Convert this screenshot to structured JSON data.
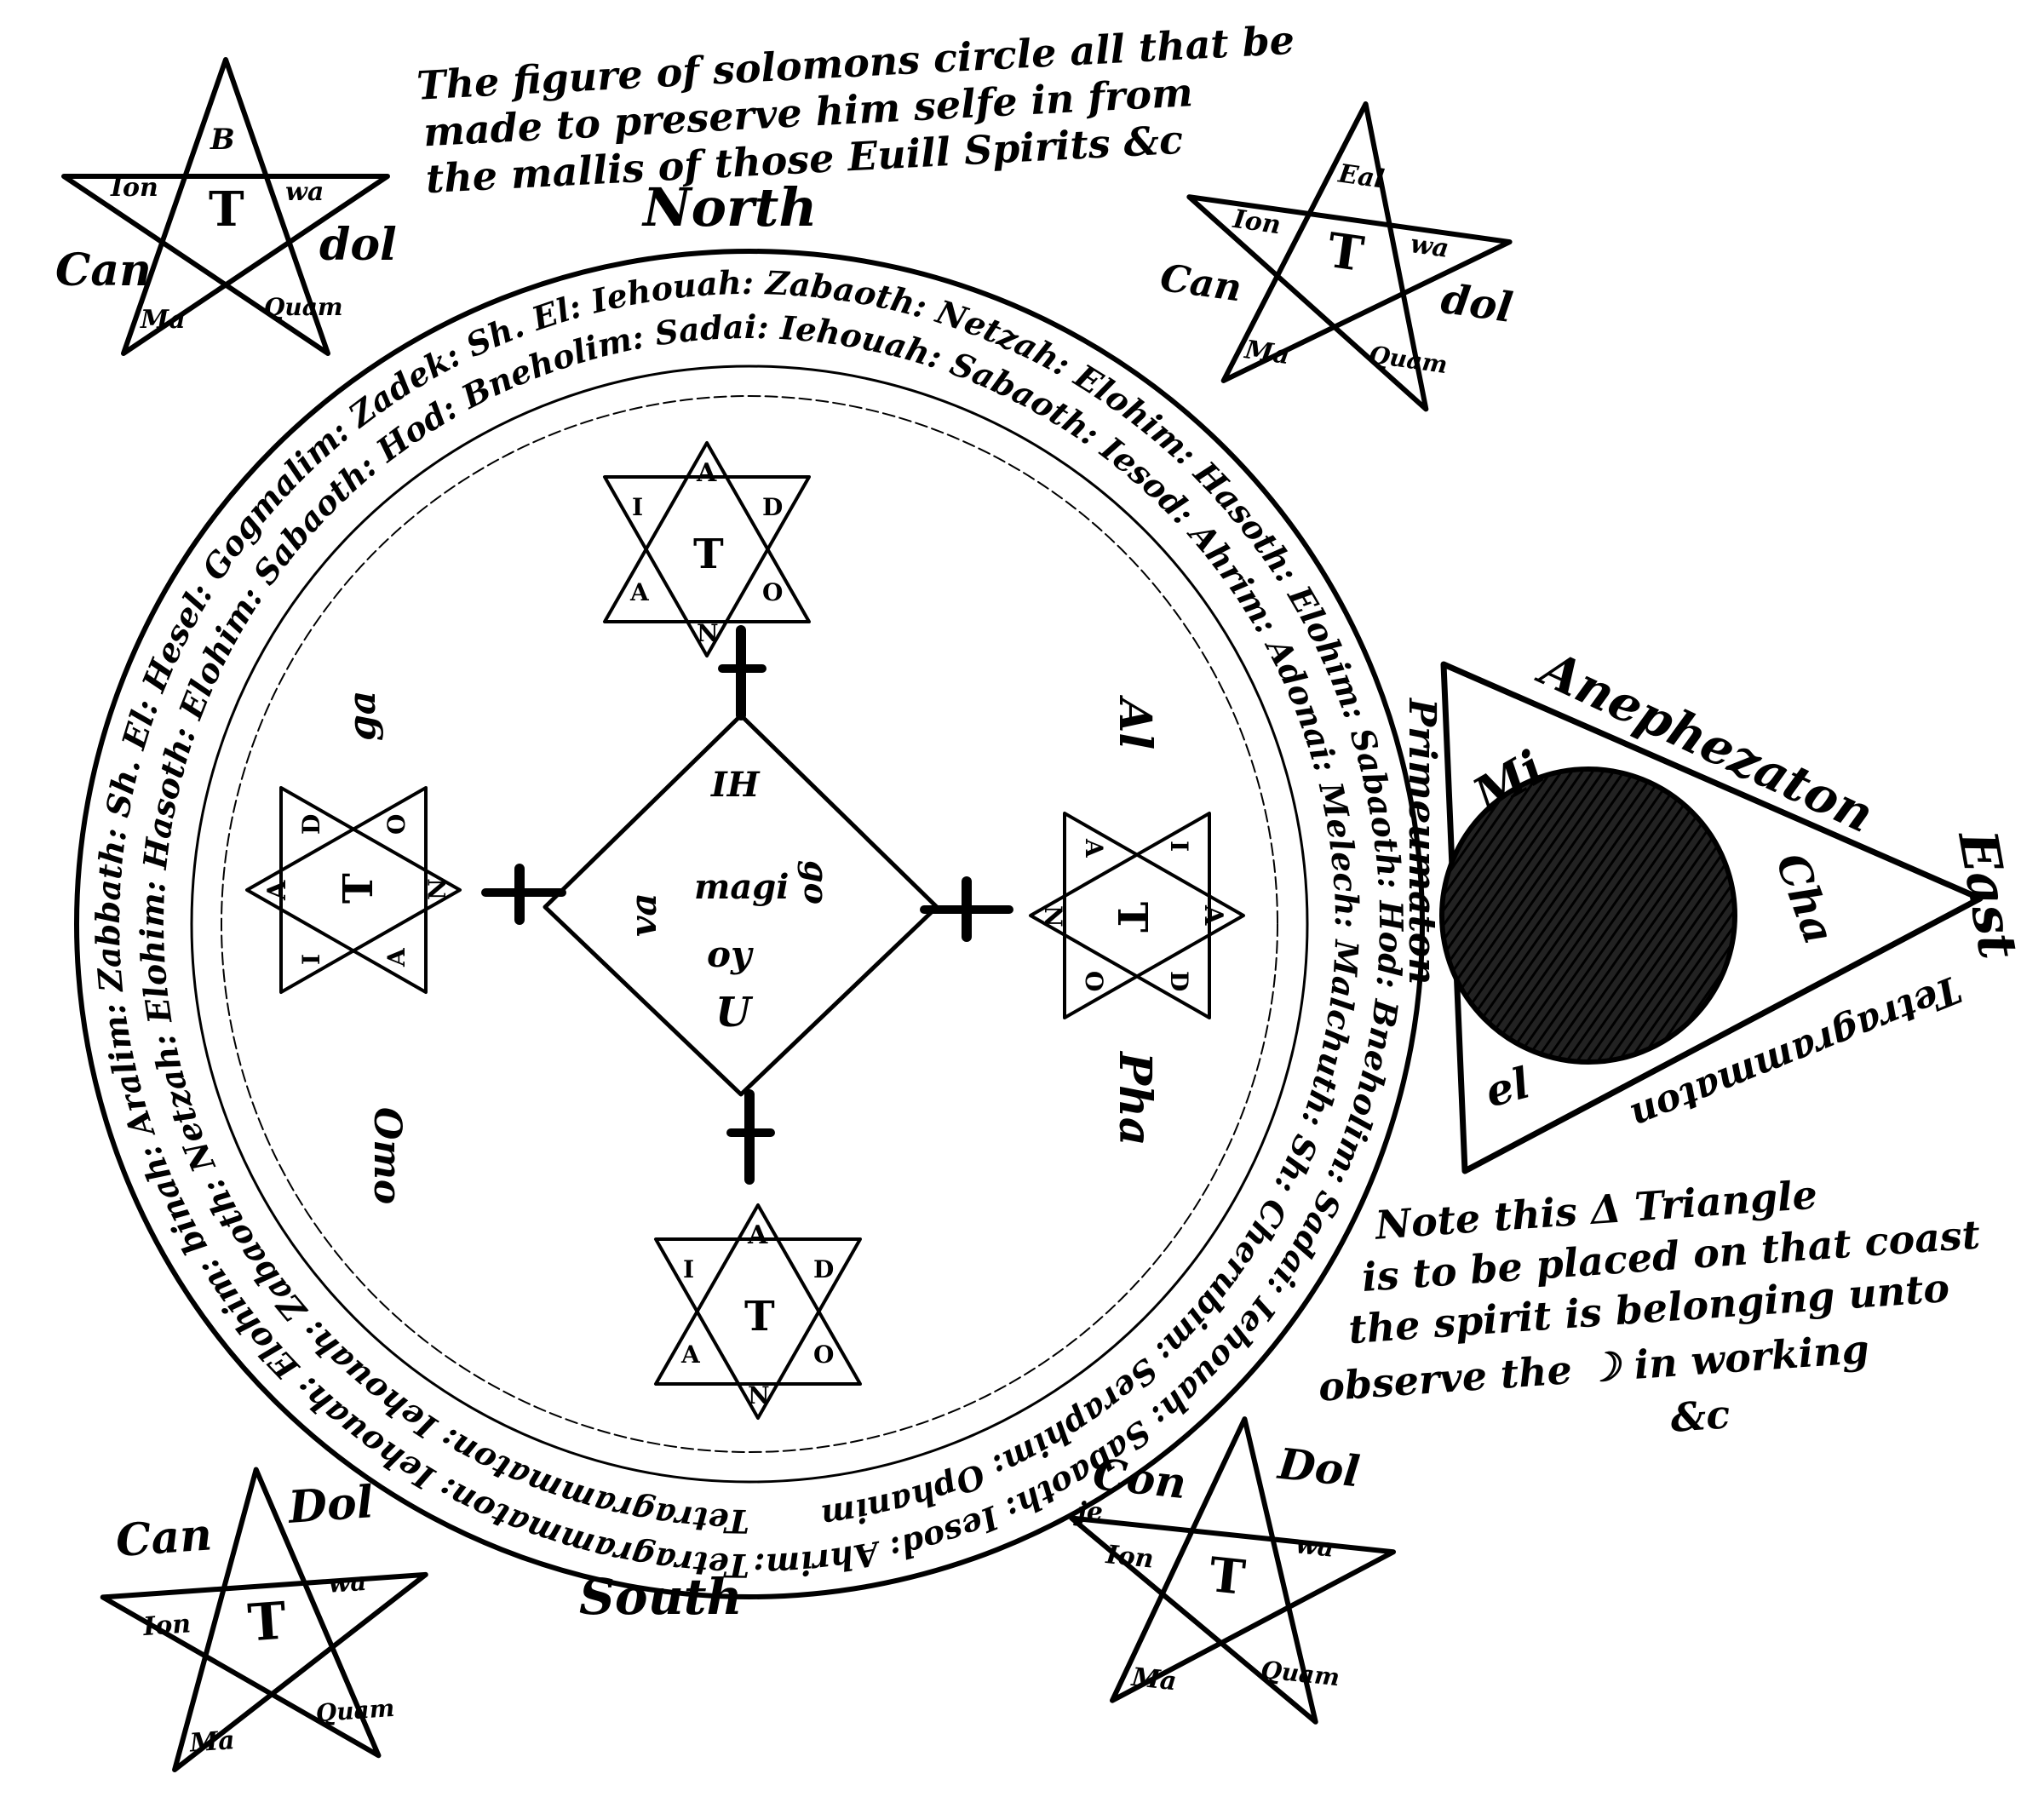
{
  "caption_top": [
    "The figure of solomons circle all that be",
    "made to preserve him selfe in from",
    "the mallis of those Euill Spirits &c"
  ],
  "directions": {
    "north": "North",
    "south": "South",
    "east": "East"
  },
  "ring": {
    "outer_text": "Tetragrammaton: Iehouah: Elohim: binah: Aralim: Zabbath: Sh. El: Hesel: Gogmalim: Zadek: Sh. El: Iehouah: Zabaoth: Netzah: Elohim: Hasoth: Elohim: Sabaoth: Hod: Bneholim: Sadai: Iehouah: Sabaoth: Iesod: Ahrim: Adonai: Melech: Malchuth",
    "inner_text": "Tetragrammaton: Iehouah: Zabaoth: Netzah: Elohim: Hasoth: Elohim: Sabaoth: Hod: Bneholim: Sadai: Iehouah: Sabaoth: Iesod: Ahrim: Adonai: Melech: Malchuth: Sh: Cherubim: Seraphim: Ophanim"
  },
  "pentagrams": [
    {
      "center": "T",
      "left": "Can",
      "right": "dol",
      "top": "B",
      "inner_left": "Ion",
      "inner_right": "wa",
      "bottom_left": "Ma",
      "bottom_right": "Quam"
    },
    {
      "center": "T",
      "left": "Can",
      "right": "dol",
      "top": "Eal",
      "inner_left": "Ion",
      "inner_right": "wa",
      "bottom_left": "Ma",
      "bottom_right": "Quam"
    },
    {
      "center": "T",
      "left": "Can",
      "right": "",
      "top": "Dol",
      "inner_left": "Ion",
      "inner_right": "wa",
      "bottom_left": "Ma",
      "bottom_right": "Quam"
    },
    {
      "center": "T",
      "left": "Con",
      "right": "",
      "top": "Dol",
      "inner_left": "Ion",
      "inner_right": "wa",
      "bottom_left": "Ma",
      "bottom_right": "Quam"
    }
  ],
  "hexagrams": [
    {
      "center": "T",
      "points": [
        "A",
        "D",
        "O",
        "N",
        "A",
        "I"
      ]
    },
    {
      "center": "T",
      "points": [
        "A",
        "D",
        "O",
        "N",
        "A",
        "I"
      ]
    },
    {
      "center": "T",
      "points": [
        "A",
        "D",
        "O",
        "N",
        "A",
        "I"
      ]
    },
    {
      "center": "T",
      "points": [
        "A",
        "D",
        "O",
        "N",
        "A",
        "I"
      ]
    }
  ],
  "side_labels": {
    "left_top": "ga",
    "left_bottom": "Omo",
    "right_top": "Al",
    "right_bottom": "Pha"
  },
  "square": {
    "top": "IH",
    "middle_left": "va",
    "middle": "magi",
    "middle_right": "go",
    "lower": "oy",
    "bottom": "U"
  },
  "triangle": {
    "top": "Anephezaton",
    "right": "Tetragrammaton",
    "left": "Primeumaton",
    "corner_top": "Mi",
    "corner_right": "Cha",
    "corner_bottom": "el"
  },
  "note_bottom": [
    "Note this Δ Triangle",
    "is to be placed on that coast",
    "the spirit is belonging unto",
    "observe the ☽ in working",
    "&c"
  ],
  "small_mark": "je"
}
